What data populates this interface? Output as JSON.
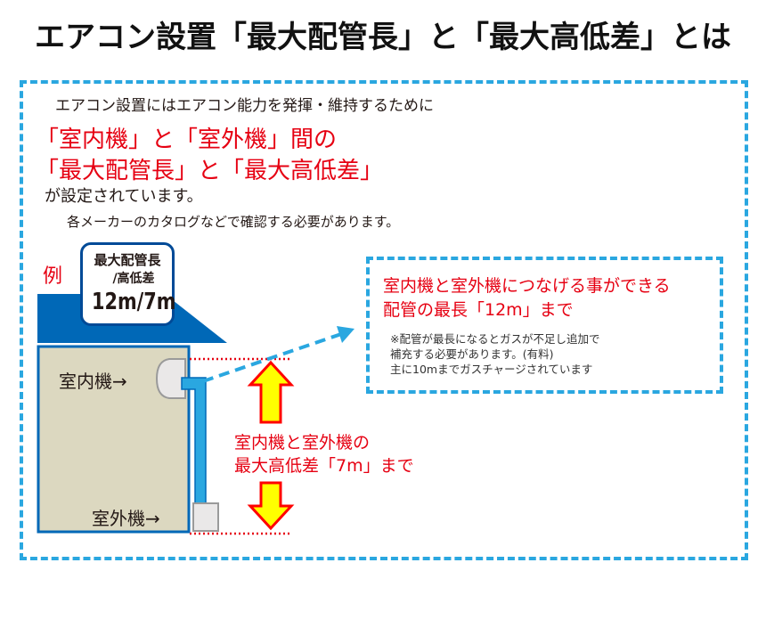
{
  "title": "エアコン設置「最大配管長」と「最大高低差」とは",
  "intro": {
    "line1": "エアコン設置にはエアコン能力を発揮・維持するために",
    "red_line1": "「室内機」と「室外機」間の",
    "red_line2": "「最大配管長」と「最大高低差」",
    "line2": "が設定されています。",
    "note": "各メーカーのカタログなどで確認する必要があります。"
  },
  "example": {
    "label": "例",
    "badge_line1": "最大配管長",
    "badge_line2": "/高低差",
    "badge_value": "12m/7m",
    "indoor_label": "室内機→",
    "outdoor_label": "室外機→",
    "height_text1": "室内機と室外機の",
    "height_text2": "最大高低差「7m」まで"
  },
  "callout": {
    "red_line1": "室内機と室外機につなげる事ができる",
    "red_line2": "配管の最長「12m」まで",
    "note1": "※配管が最長になるとガスが不足し追加で",
    "note2": "補充する必要があります。(有料)",
    "note3": "主に10mまでガスチャージされています"
  },
  "colors": {
    "accent": "#2aa7e0",
    "roof": "#0068b7",
    "red": "#e60012",
    "wall": "#dcd8c0"
  }
}
